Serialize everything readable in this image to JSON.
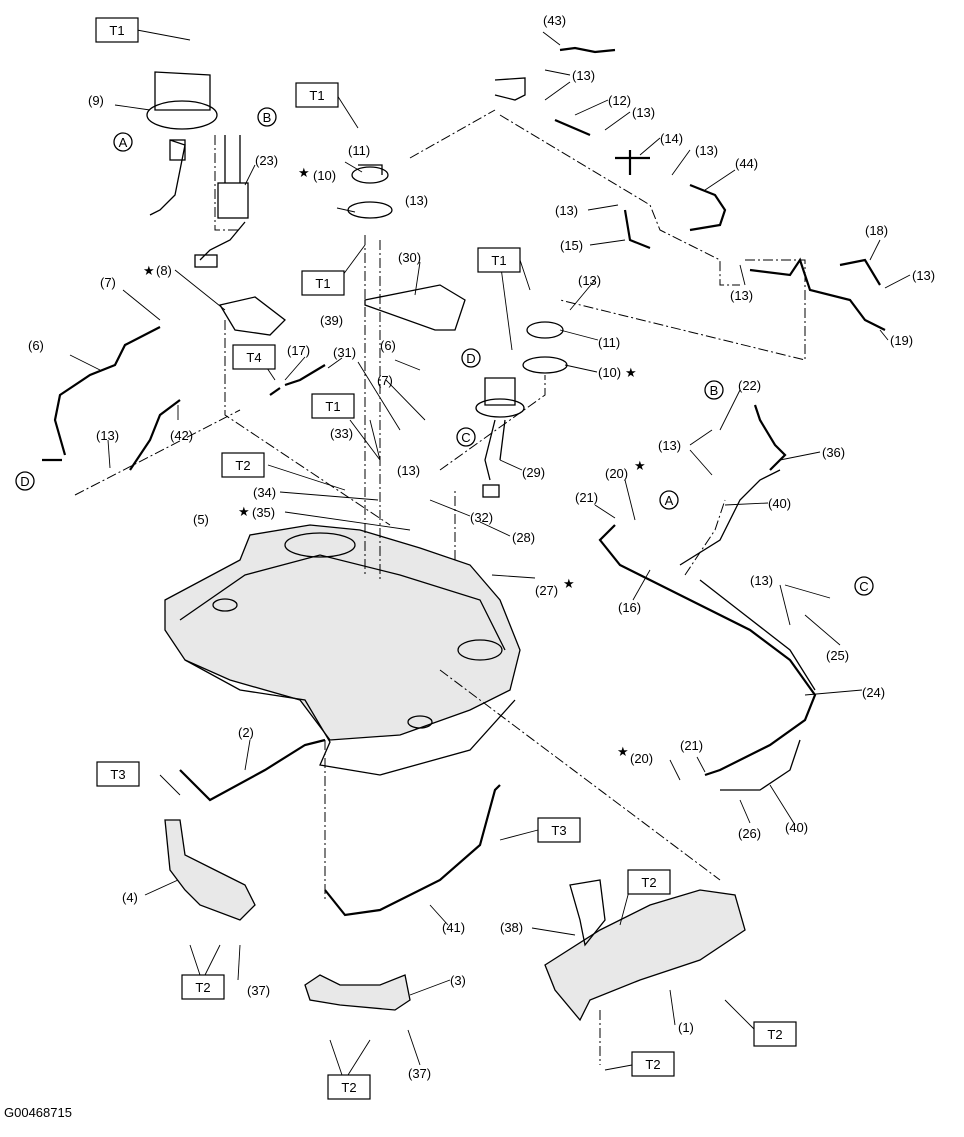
{
  "diagram_id": "G00468715",
  "torque_boxes": {
    "t1": "T1",
    "t2": "T2",
    "t3": "T3",
    "t4": "T4"
  },
  "callouts": {
    "p1": "(1)",
    "p2": "(2)",
    "p3": "(3)",
    "p4": "(4)",
    "p5": "(5)",
    "p6": "(6)",
    "p7": "(7)",
    "p8": "(8)",
    "p9": "(9)",
    "p10": "(10)",
    "p11": "(11)",
    "p12": "(12)",
    "p13": "(13)",
    "p14": "(14)",
    "p15": "(15)",
    "p16": "(16)",
    "p17": "(17)",
    "p18": "(18)",
    "p19": "(19)",
    "p20": "(20)",
    "p21": "(21)",
    "p22": "(22)",
    "p23": "(23)",
    "p24": "(24)",
    "p25": "(25)",
    "p26": "(26)",
    "p27": "(27)",
    "p28": "(28)",
    "p29": "(29)",
    "p30": "(30)",
    "p31": "(31)",
    "p32": "(32)",
    "p33": "(33)",
    "p34": "(34)",
    "p35": "(35)",
    "p36": "(36)",
    "p37": "(37)",
    "p38": "(38)",
    "p39": "(39)",
    "p40": "(40)",
    "p41": "(41)",
    "p42": "(42)",
    "p43": "(43)",
    "p44": "(44)"
  },
  "connectors": {
    "a": "A",
    "b": "B",
    "c": "C",
    "d": "D"
  },
  "star_symbol": "★"
}
